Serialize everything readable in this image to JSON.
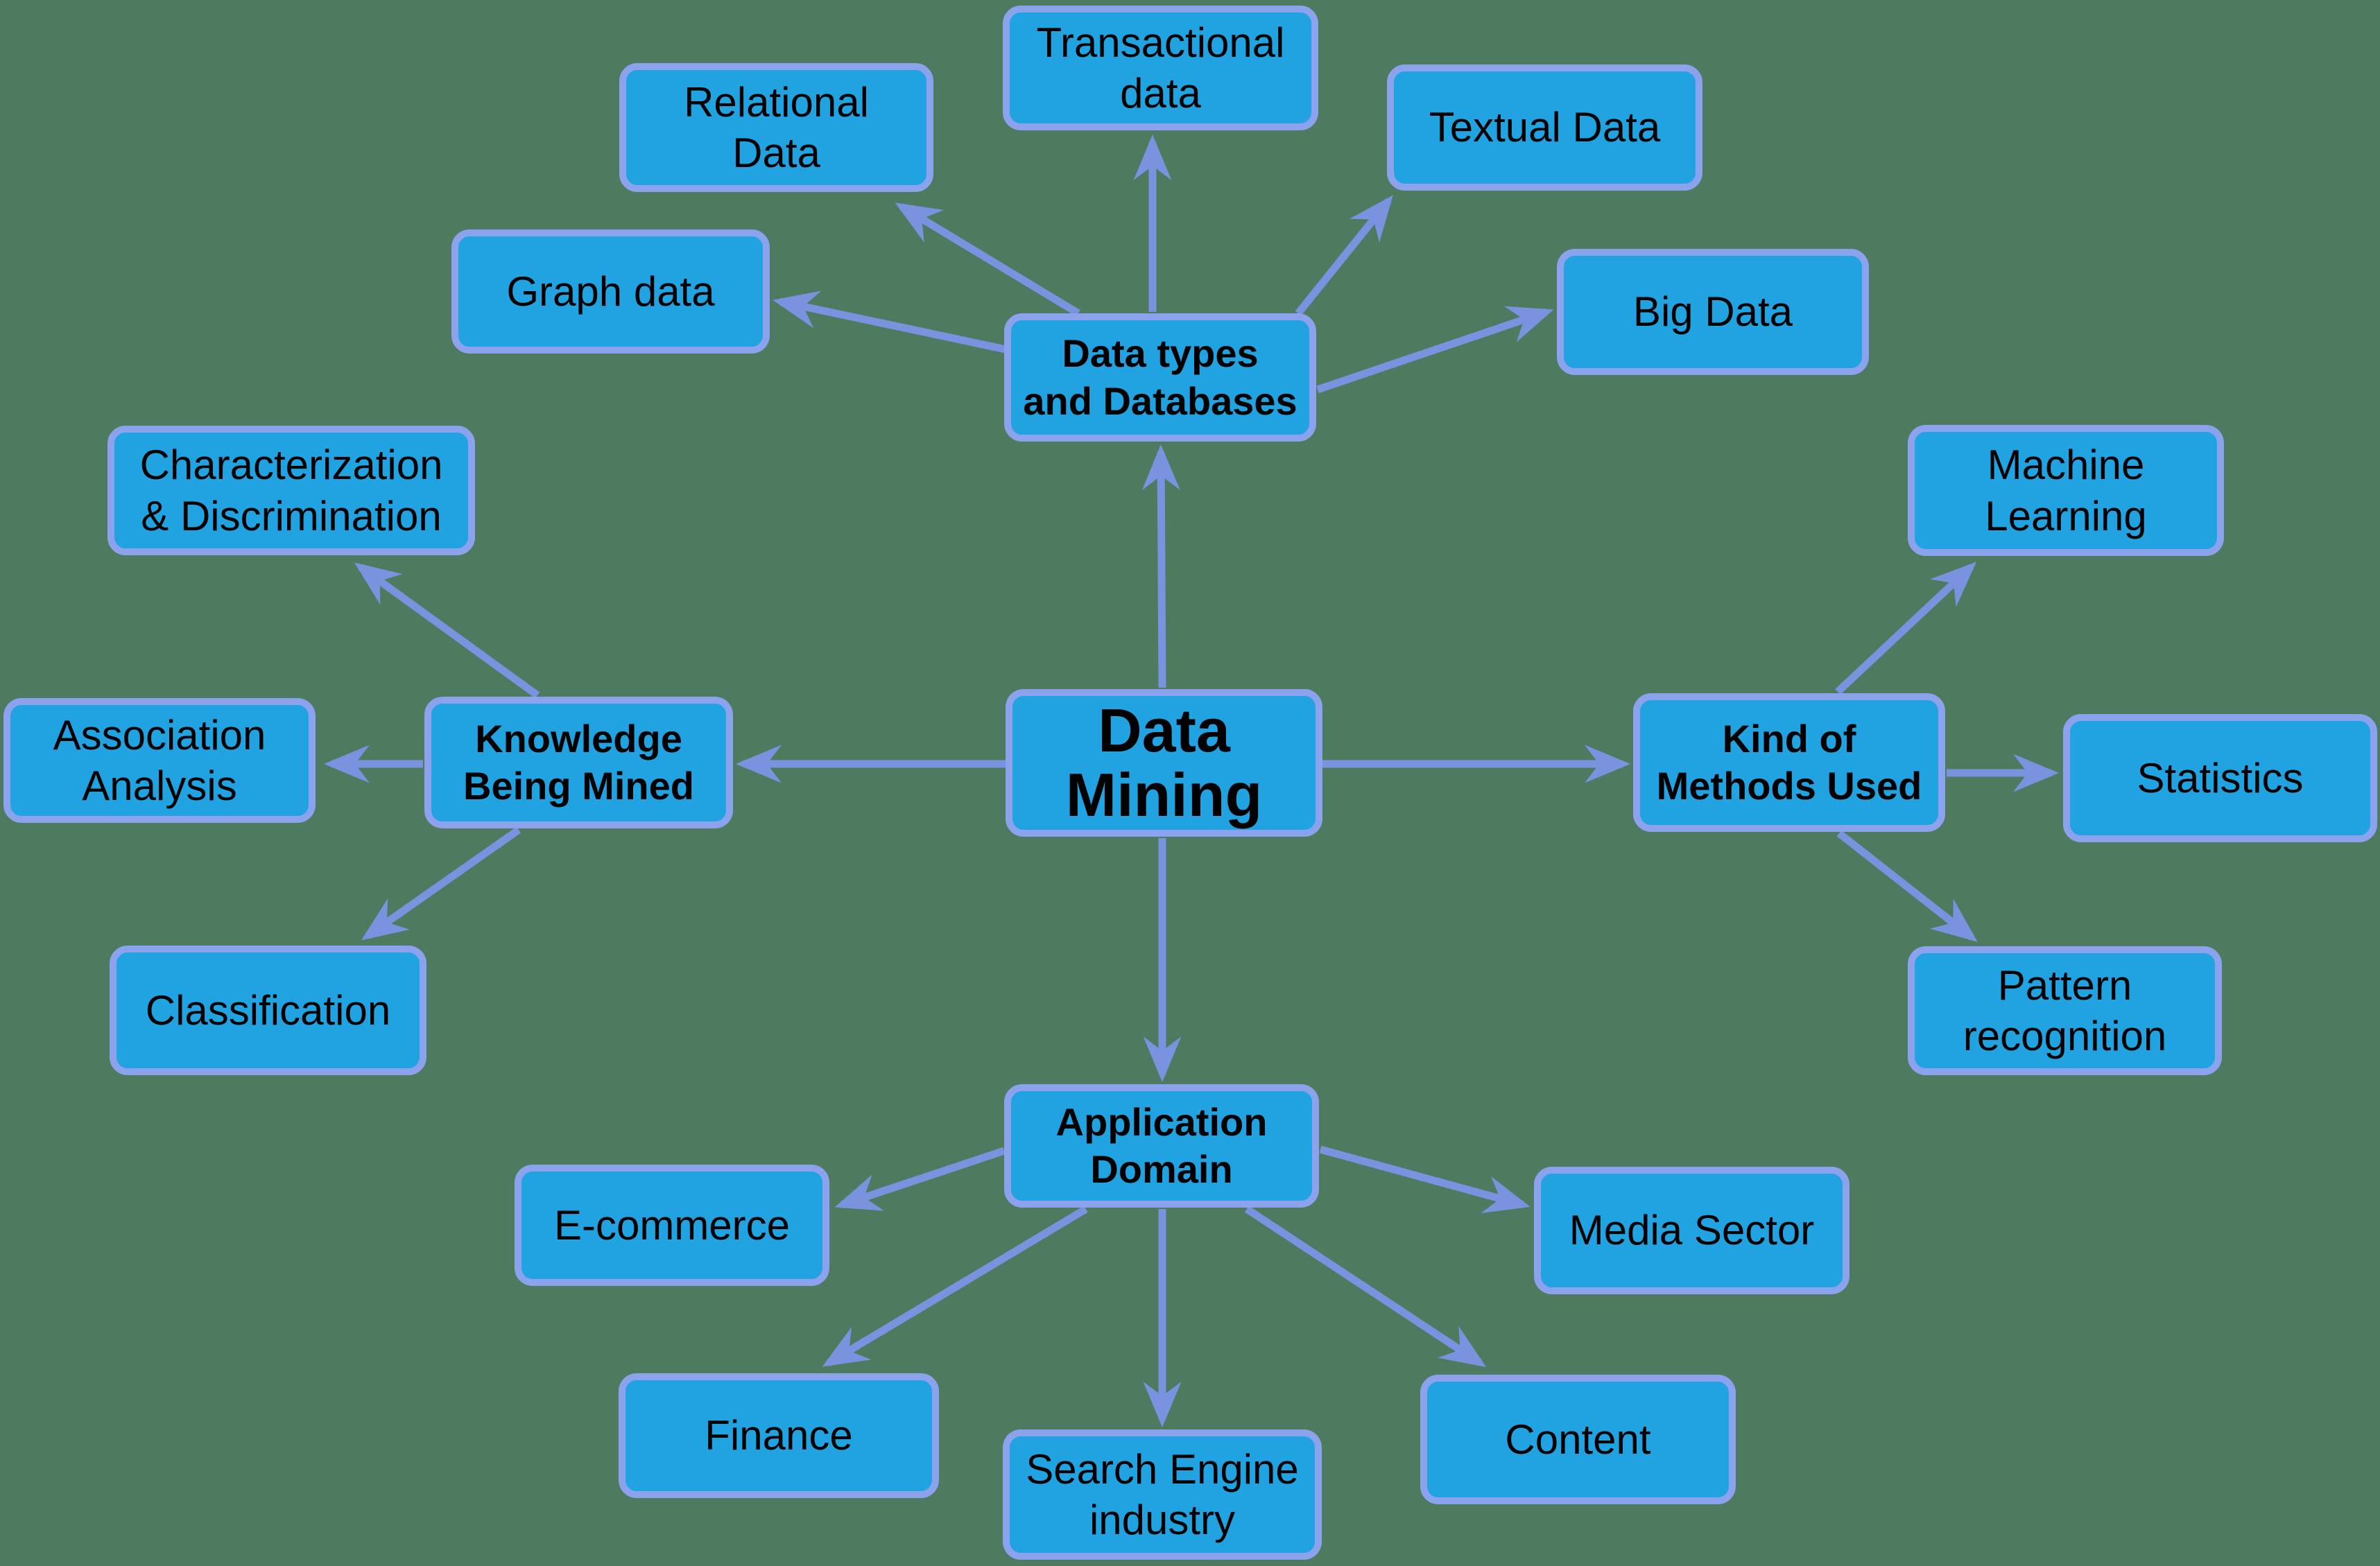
{
  "diagram": {
    "type": "mind-map",
    "topic": "Data Mining"
  },
  "colors": {
    "background": "#4E7A5F",
    "node_fill": "#21A2E1",
    "node_border": "#8CA2EC",
    "arrow": "#7B92DF",
    "text": "#000000"
  },
  "nodes": {
    "center": {
      "label": "Data Mining",
      "lines": [
        "Data",
        "Mining"
      ]
    },
    "data_types": {
      "label": "Data types and Databases",
      "lines": [
        "Data types",
        "and Databases"
      ]
    },
    "graph_data": {
      "label": "Graph data",
      "lines": [
        "Graph data"
      ]
    },
    "relational": {
      "label": "Relational Data",
      "lines": [
        "Relational",
        "Data"
      ]
    },
    "transactional": {
      "label": "Transactional data",
      "lines": [
        "Transactional",
        "data"
      ]
    },
    "textual": {
      "label": "Textual Data",
      "lines": [
        "Textual Data"
      ]
    },
    "big_data": {
      "label": "Big Data",
      "lines": [
        "Big Data"
      ]
    },
    "knowledge": {
      "label": "Knowledge Being Mined",
      "lines": [
        "Knowledge",
        "Being Mined"
      ]
    },
    "characterization": {
      "label": "Characterization & Discrimination",
      "lines": [
        "Characterization",
        "& Discrimination"
      ]
    },
    "association": {
      "label": "Association Analysis",
      "lines": [
        "Association",
        "Analysis"
      ]
    },
    "classification": {
      "label": "Classification",
      "lines": [
        "Classification"
      ]
    },
    "kind_methods": {
      "label": "Kind of Methods Used",
      "lines": [
        "Kind of",
        "Methods Used"
      ]
    },
    "machine_learning": {
      "label": "Machine Learning",
      "lines": [
        "Machine",
        "Learning"
      ]
    },
    "statistics": {
      "label": "Statistics",
      "lines": [
        "Statistics"
      ]
    },
    "pattern": {
      "label": "Pattern recognition",
      "lines": [
        "Pattern",
        "recognition"
      ]
    },
    "application": {
      "label": "Application Domain",
      "lines": [
        "Application",
        "Domain"
      ]
    },
    "ecommerce": {
      "label": "E-commerce",
      "lines": [
        "E-commerce"
      ]
    },
    "media": {
      "label": "Media Sector",
      "lines": [
        "Media Sector"
      ]
    },
    "finance": {
      "label": "Finance",
      "lines": [
        "Finance"
      ]
    },
    "search_engine": {
      "label": "Search Engine industry",
      "lines": [
        "Search Engine",
        "industry"
      ]
    },
    "content": {
      "label": "Content",
      "lines": [
        "Content"
      ]
    }
  },
  "edges": [
    {
      "from": "center",
      "to": "data_types"
    },
    {
      "from": "center",
      "to": "knowledge"
    },
    {
      "from": "center",
      "to": "kind_methods"
    },
    {
      "from": "center",
      "to": "application"
    },
    {
      "from": "data_types",
      "to": "graph_data"
    },
    {
      "from": "data_types",
      "to": "relational"
    },
    {
      "from": "data_types",
      "to": "transactional"
    },
    {
      "from": "data_types",
      "to": "textual"
    },
    {
      "from": "data_types",
      "to": "big_data"
    },
    {
      "from": "knowledge",
      "to": "characterization"
    },
    {
      "from": "knowledge",
      "to": "association"
    },
    {
      "from": "knowledge",
      "to": "classification"
    },
    {
      "from": "kind_methods",
      "to": "machine_learning"
    },
    {
      "from": "kind_methods",
      "to": "statistics"
    },
    {
      "from": "kind_methods",
      "to": "pattern"
    },
    {
      "from": "application",
      "to": "ecommerce"
    },
    {
      "from": "application",
      "to": "media"
    },
    {
      "from": "application",
      "to": "finance"
    },
    {
      "from": "application",
      "to": "search_engine"
    },
    {
      "from": "application",
      "to": "content"
    }
  ]
}
